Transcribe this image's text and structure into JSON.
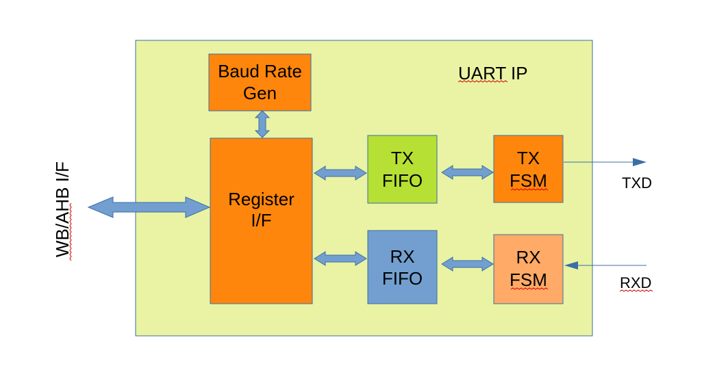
{
  "colors": {
    "container_fill": "#e9f3a3",
    "container_stroke": "#3b6ea5",
    "orange": "#ff860d",
    "light_orange": "#ffaa66",
    "green": "#b7e035",
    "blue": "#729fcf",
    "arrow_fill": "#729fcf",
    "arrow_stroke": "#3b6ea5",
    "box_stroke": "#3b6ea5"
  },
  "container": {
    "title": "UART IP"
  },
  "blocks": {
    "baud_rate_gen": {
      "line1": "Baud Rate",
      "line2": "Gen"
    },
    "register_if": {
      "line1": "Register",
      "line2": "I/F"
    },
    "tx_fifo": {
      "line1": "TX",
      "line2": "FIFO"
    },
    "rx_fifo": {
      "line1": "RX",
      "line2": "FIFO"
    },
    "tx_fsm": {
      "line1": "TX",
      "line2": "FSM"
    },
    "rx_fsm": {
      "line1": "RX",
      "line2": "FSM"
    }
  },
  "external": {
    "bus_label": "WB/AHB I/F",
    "txd_label": "TXD",
    "rxd_label": "RXD"
  }
}
